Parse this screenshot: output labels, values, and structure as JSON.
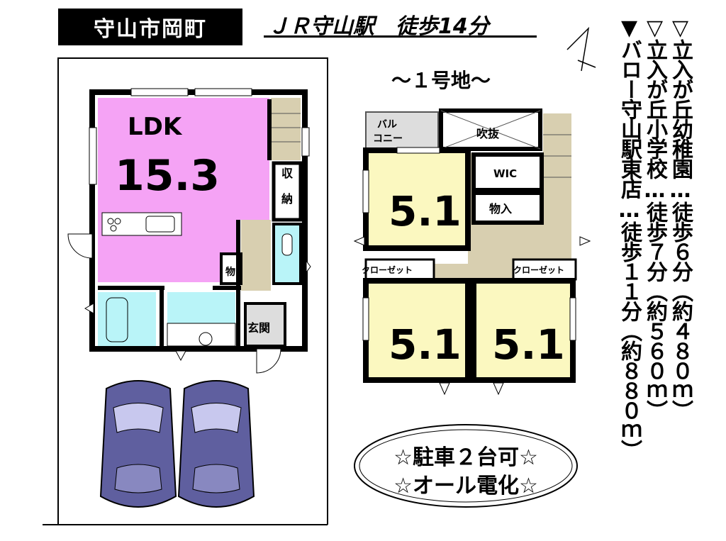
{
  "location": "守山市岡町",
  "station": "ＪＲ守山駅　徒歩14分",
  "lot": "～１号地～",
  "facilities": [
    "▼バロー守山駅東店…徒歩１１分（約８８０ｍ）",
    "▽立入が丘小学校…徒歩７分（約５６０ｍ）",
    "▽立入が丘幼稚園…徒歩６分（約４８０ｍ）"
  ],
  "floor1": {
    "ldk_label": "LDK",
    "ldk_size": "15.3",
    "storage": "収納",
    "closet": "物",
    "entrance": "玄関"
  },
  "floor2": {
    "balcony_line1": "バル",
    "balcony_line2": "コニー",
    "void": "吹抜",
    "wic": "WIC",
    "storage": "物入",
    "closet_left": "クローゼット",
    "closet_right": "クローゼット",
    "room1_size": "5.1",
    "room2_size": "5.1",
    "room3_size": "5.1"
  },
  "notes": {
    "parking": "☆駐車２台可☆",
    "electric": "☆オール電化☆"
  },
  "colors": {
    "ldk": "#f5a3f5",
    "bedroom": "#fbf8c0",
    "water": "#b9f4f8",
    "hall": "#d8cfb0",
    "car": "#5f5f9f"
  }
}
